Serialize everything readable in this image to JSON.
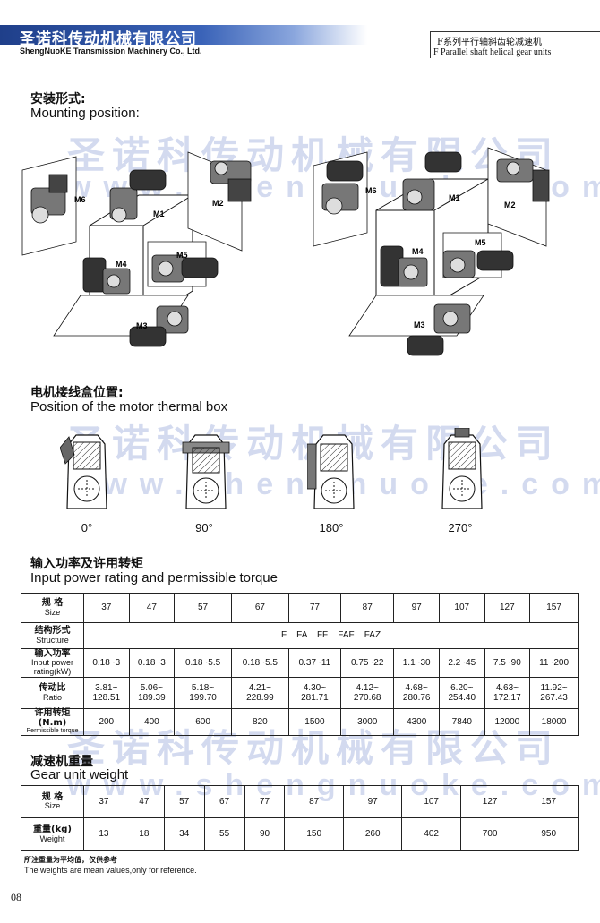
{
  "header": {
    "company_cn": "圣诺科传动机械有限公司",
    "company_en": "ShengNuoKE Transmission Machinery Co., Ltd.",
    "series_cn": "F系列平行轴斜齿轮减速机",
    "series_en": "F Parallel shaft helical gear units"
  },
  "watermark": {
    "cn": "圣诺科传动机械有限公司",
    "en": "www.shengnuoke.com"
  },
  "mounting": {
    "title_cn": "安装形式:",
    "title_en": "Mounting position:",
    "labels": [
      "M1",
      "M2",
      "M3",
      "M4",
      "M5",
      "M6"
    ]
  },
  "thermal_box": {
    "title_cn": "电机接线盒位置:",
    "title_en": "Position of the motor thermal box",
    "angles": [
      "0°",
      "90°",
      "180°",
      "270°"
    ]
  },
  "power_table": {
    "title_cn": "输入功率及许用转矩",
    "title_en": "Input power rating and permissible torque",
    "size_label_cn": "规 格",
    "size_label_en": "Size",
    "sizes": [
      "37",
      "47",
      "57",
      "67",
      "77",
      "87",
      "97",
      "107",
      "127",
      "157"
    ],
    "structure_label_cn": "结构形式",
    "structure_label_en": "Structure",
    "structure_value": "F    FA    FF    FAF    FAZ",
    "power_label_cn": "输入功率",
    "power_label_en": "Input power rating(kW)",
    "power": [
      "0.18~3",
      "0.18~3",
      "0.18~5.5",
      "0.18~5.5",
      "0.37~11",
      "0.75~22",
      "1.1~30",
      "2.2~45",
      "7.5~90",
      "11~200"
    ],
    "ratio_label_cn": "传动比",
    "ratio_label_en": "Ratio",
    "ratio": [
      [
        "3.81~",
        "128.51"
      ],
      [
        "5.06~",
        "189.39"
      ],
      [
        "5.18~",
        "199.70"
      ],
      [
        "4.21~",
        "228.99"
      ],
      [
        "4.30~",
        "281.71"
      ],
      [
        "4.12~",
        "270.68"
      ],
      [
        "4.68~",
        "280.76"
      ],
      [
        "6.20~",
        "254.40"
      ],
      [
        "4.63~",
        "172.17"
      ],
      [
        "11.92~",
        "267.43"
      ]
    ],
    "torque_label_cn": "许用转矩(N.m)",
    "torque_label_en": "Permissible torque",
    "torque": [
      "200",
      "400",
      "600",
      "820",
      "1500",
      "3000",
      "4300",
      "7840",
      "12000",
      "18000"
    ]
  },
  "weight_table": {
    "title_cn": "减速机重量",
    "title_en": "Gear unit weight",
    "size_label_cn": "规 格",
    "size_label_en": "Size",
    "sizes": [
      "37",
      "47",
      "57",
      "67",
      "77",
      "87",
      "97",
      "107",
      "127",
      "157"
    ],
    "weight_label_cn": "重量(kg)",
    "weight_label_en": "Weight",
    "weights": [
      "13",
      "18",
      "34",
      "55",
      "90",
      "150",
      "260",
      "402",
      "700",
      "950"
    ],
    "note_cn": "所注重量为平均值，仅供参考",
    "note_en": "The weights are mean values,only for reference."
  },
  "page_number": "08"
}
